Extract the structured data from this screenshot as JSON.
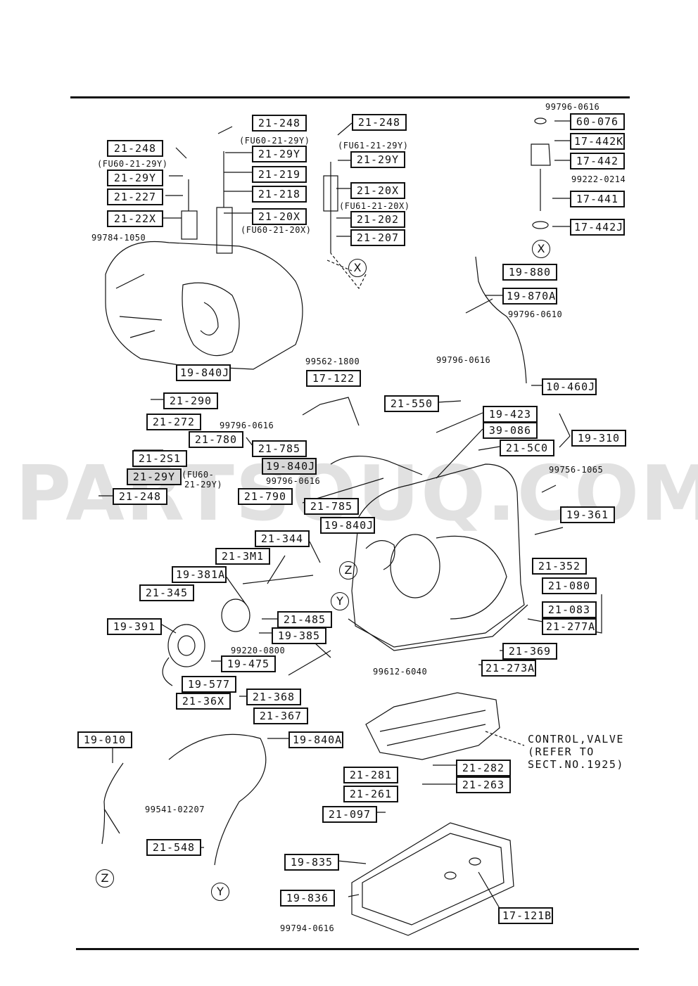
{
  "watermark": "PARTSOUQ.COM",
  "parts": {
    "p1": "21-248",
    "p2": "21-29Y",
    "p3": "21-227",
    "p4": "21-22X",
    "p5": "21-248",
    "p6": "21-29Y",
    "p7": "21-219",
    "p8": "21-218",
    "p9": "21-20X",
    "p10": "21-248",
    "p11": "21-29Y",
    "p12": "21-20X",
    "p13": "21-202",
    "p14": "21-207",
    "p15": "60-076",
    "p16": "17-442K",
    "p17": "17-442",
    "p18": "17-441",
    "p19": "17-442J",
    "p20": "19-880",
    "p21": "19-870A",
    "p22": "10-460J",
    "p23": "19-840J",
    "p24": "17-122",
    "p25": "21-290",
    "p26": "21-272",
    "p27": "21-2S1",
    "p28": "21-29Y",
    "p29": "21-248",
    "p30": "21-780",
    "p31": "21-785",
    "p32": "19-840J",
    "p33": "21-790",
    "p34": "21-785",
    "p35": "19-840J",
    "p36": "21-550",
    "p37": "19-423",
    "p38": "39-086",
    "p39": "21-5C0",
    "p40": "19-310",
    "p41": "19-361",
    "p42": "21-352",
    "p43": "21-344",
    "p44": "21-3M1",
    "p45": "19-381A",
    "p46": "21-345",
    "p47": "19-391",
    "p48": "21-485",
    "p49": "19-385",
    "p50": "19-475",
    "p51": "19-577",
    "p52": "21-36X",
    "p53": "21-368",
    "p54": "21-367",
    "p55": "21-080",
    "p56": "21-083",
    "p57": "21-277A",
    "p58": "21-369",
    "p59": "21-273A",
    "p60": "19-010",
    "p61": "19-840A",
    "p62": "21-548",
    "p63": "21-281",
    "p64": "21-261",
    "p65": "21-097",
    "p66": "21-282",
    "p67": "21-263",
    "p68": "19-835",
    "p69": "19-836",
    "p70": "17-121B"
  },
  "bolts": {
    "b1": "99784-1050",
    "b2": "99796-0616",
    "b3": "99222-0214",
    "b4": "99796-0610",
    "b5": "99562-1800",
    "b6": "99796-0616",
    "b7": "99796-0616",
    "b8": "99796-0616",
    "b9": "99756-1065",
    "b10": "99220-0800",
    "b11": "99612-6040",
    "b12": "99541-02207",
    "b13": "99794-0616"
  },
  "notes": {
    "n1": "(FU60-21-29Y)",
    "n2": "(FU60-21-29Y)",
    "n3": "(FU61-21-29Y)",
    "n4": "(FU61-21-20X)",
    "n5": "(FU60-21-20X)",
    "n6a": "(FU60-",
    "n6b": "21-29Y)"
  },
  "control_valve": {
    "line1": "CONTROL,VALVE",
    "line2": "(REFER TO",
    "line3": "SECT.NO.1925)"
  },
  "circles": {
    "x1": "X",
    "x2": "X",
    "z1": "Z",
    "z2": "Z",
    "y1": "Y",
    "y2": "Y"
  }
}
